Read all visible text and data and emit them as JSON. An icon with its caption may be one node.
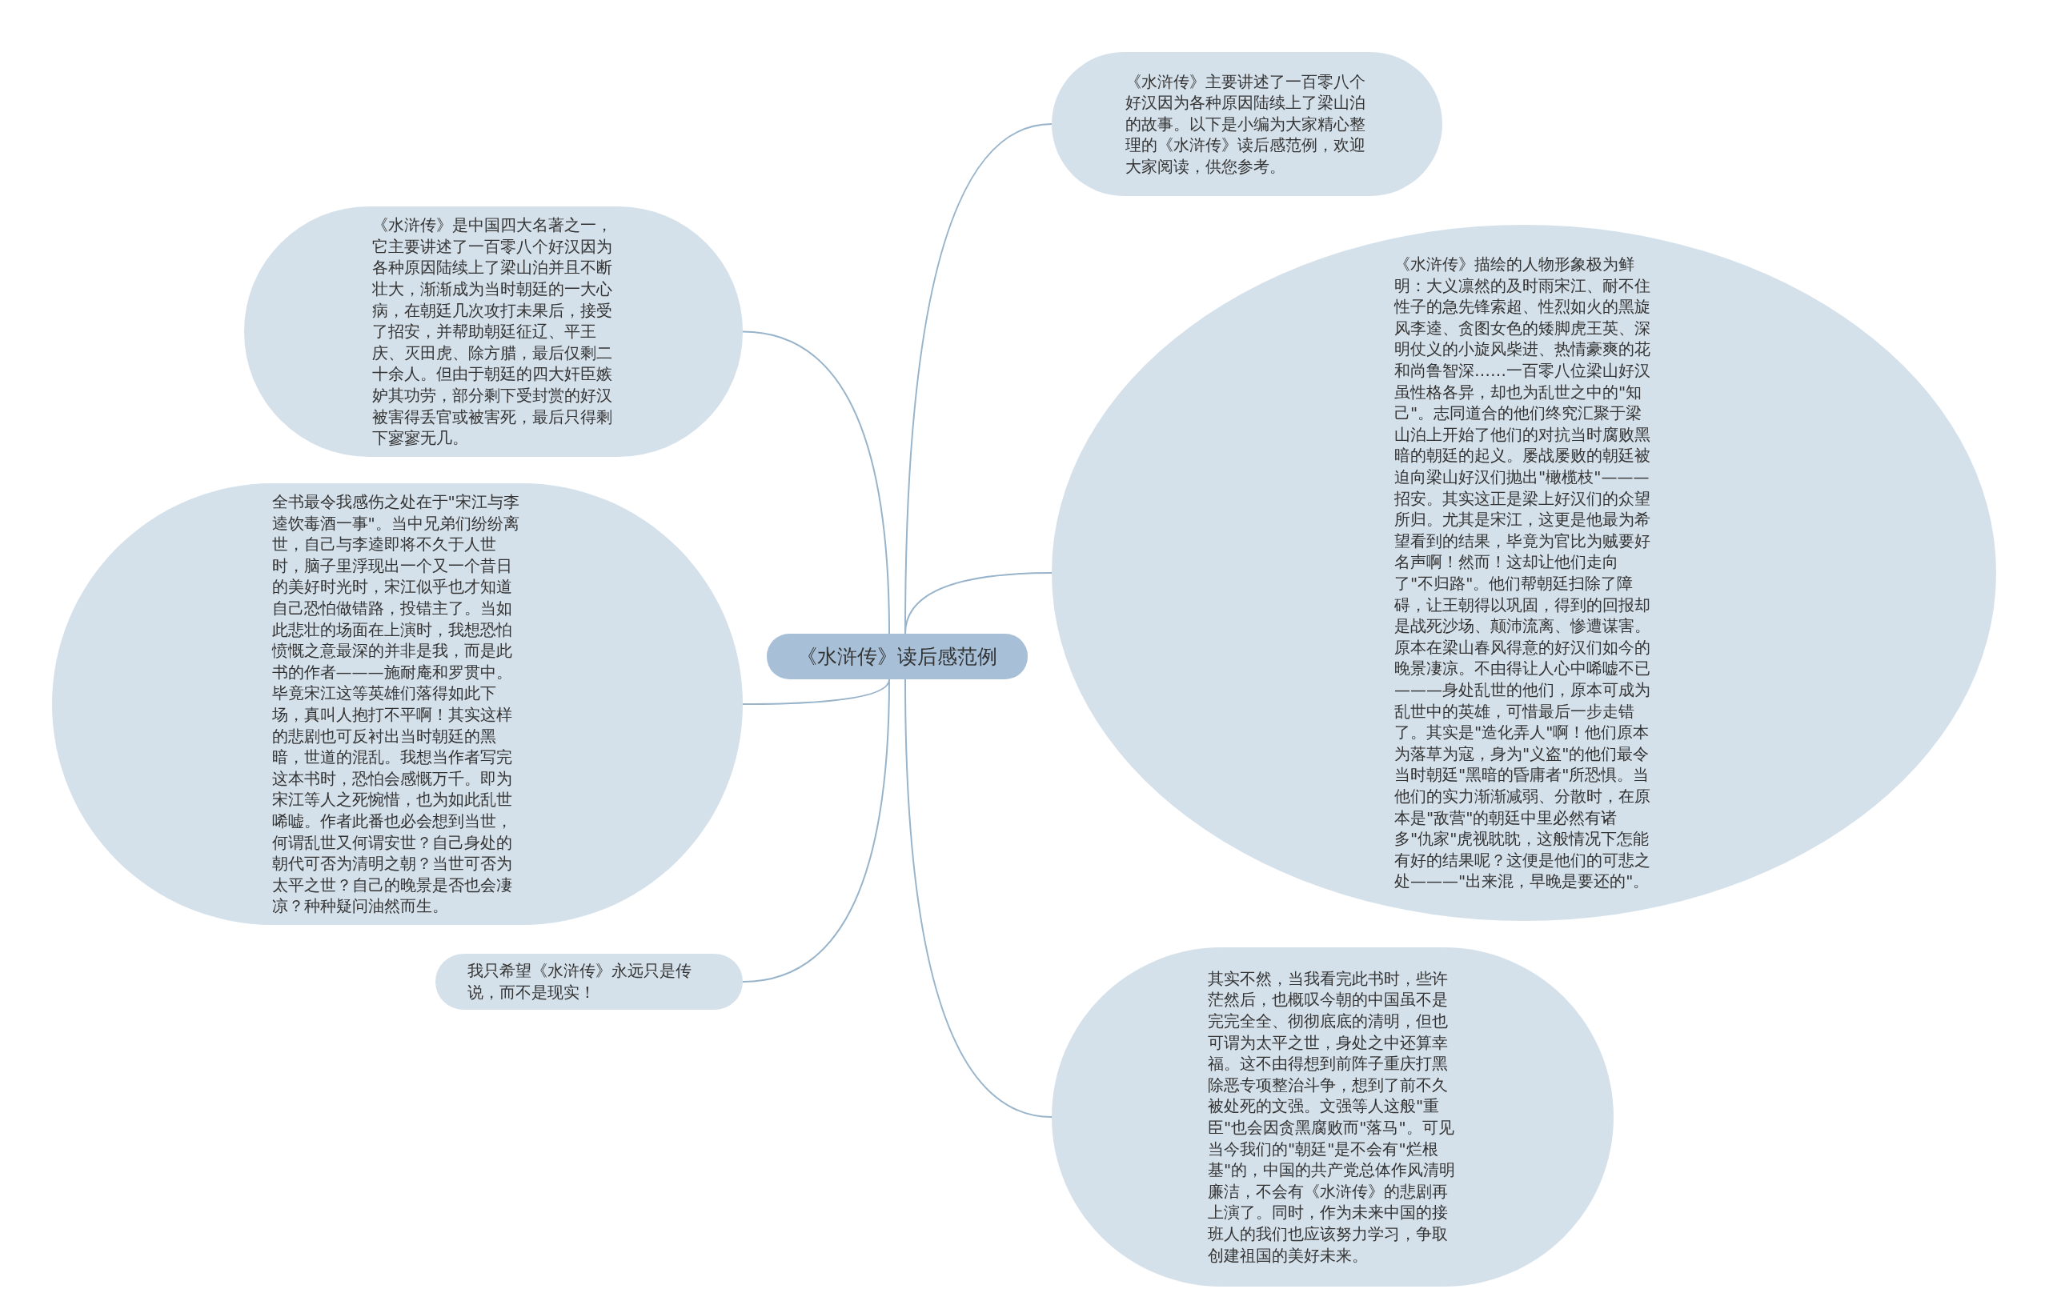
{
  "diagram": {
    "nodes": [
      {
        "text": [
          "《水浒传》读后感范例"
        ]
      },
      {
        "text": [
          "《水浒传》主要讲述了一百零八个好汉因为各种原因陆续上了梁山泊的故事。以下是小编为大家精心整理的《水浒传》读后感范例，欢迎大家阅读，供您参考。"
        ]
      },
      {
        "text": [
          "《水浒传》描绘的人物形象极为鲜明：大义凛然的及时雨宋江、耐不住性子的急先锋索超、性烈如火的黑旋风李逵、贪图女色的矮脚虎王英、深明仗义的小旋风柴进、热情豪爽的花和尚鲁智深……一百零八位梁山好汉虽性格各异，却也为乱世之中的\"知己\"。志同道合的他们终究汇聚于梁山泊上开始了他们的对抗当时腐败黑暗的朝廷的起义。屡战屡败的朝廷被迫向梁山好汉们抛出\"橄榄枝\"———招安。其实这正是梁上好汉们的众望所归。尤其是宋江，这更是他最为希望看到的结果，毕竟为官比为贼要好名声啊！然而！这却让他们走向了\"不归路\"。他们帮朝廷扫除了障碍，让王朝得以巩固，得到的回报却是战死沙场、颠沛流离、惨遭谋害。原本在梁山春风得意的好汉们如今的晚景凄凉。不由得让人心中唏嘘不已———身处乱世的他们，原本可成为乱世中的英雄，可惜最后一步走错了。其实是\"造化弄人\"啊！他们原本为落草为寇，身为\"义盗\"的他们最令当时朝廷\"黑暗的昏庸者\"所恐惧。当他们的实力渐渐减弱、分散时，在原本是\"敌营\"的朝廷中里必然有诸多\"仇家\"虎视眈眈，这般情况下怎能有好的结果呢？这便是他们的可悲之处———\"出来混，早晚是要还的\"。"
        ]
      },
      {
        "text": [
          "其实不然，当我看完此书时，些许茫然后，也概叹今朝的中国虽不是完完全全、彻彻底底的清明，但也可谓为太平之世，身处之中还算幸福。这不由得想到前阵子重庆打黑除恶专项整治斗争，想到了前不久被处死的文强。文强等人这般\"重臣\"也会因贪黑腐败而\"落马\"。可见当今我们的\"朝廷\"是不会有\"烂根基\"的，中国的共产党总体作风清明廉洁，不会有《水浒传》的悲剧再上演了。同时，作为未来中国的接班人的我们也应该努力学习，争取创建祖国的美好未来。"
        ]
      },
      {
        "text": [
          "《水浒传》是中国四大名著之一，它主要讲述了一百零八个好汉因为各种原因陆续上了梁山泊并且不断壮大，渐渐成为当时朝廷的一大心病，在朝廷几次攻打未果后，接受了招安，并帮助朝廷征辽、平王庆、灭田虎、除方腊，最后仅剩二十余人。但由于朝廷的四大奸臣嫉妒其功劳，部分剩下受封赏的好汉被害得丢官或被害死，最后只得剩下寥寥无几。"
        ]
      },
      {
        "text": [
          "全书最令我感伤之处在于\"宋江与李逵饮毒酒一事\"。当中兄弟们纷纷离世，自己与李逵即将不久于人世时，脑子里浮现出一个又一个昔日的美好时光时，宋江似乎也才知道自己恐怕做错路，投错主了。当如此悲壮的场面在上演时，我想恐怕愤慨之意最深的并非是我，而是此书的作者———施耐庵和罗贯中。毕竟宋江这等英雄们落得如此下场，真叫人抱打不平啊！其实这样的悲剧也可反衬出当时朝廷的黑暗，世道的混乱。我想当作者写完这本书时，恐怕会感慨万千。即为宋江等人之死惋惜，也为如此乱世唏嘘。作者此番也必会想到当世，何谓乱世又何谓安世？自己身处的朝代可否为清明之朝？当世可否为太平之世？自己的晚景是否也会凄凉？种种疑问油然而生。"
        ]
      },
      {
        "text": [
          "我只希望《水浒传》永远只是传说，而不是现实！"
        ]
      }
    ],
    "edges": [
      {
        "from": 0,
        "to": 1,
        "arrow": "none"
      },
      {
        "from": 0,
        "to": 2,
        "arrow": "none"
      },
      {
        "from": 0,
        "to": 3,
        "arrow": "none"
      },
      {
        "from": 0,
        "to": 4,
        "arrow": "none"
      },
      {
        "from": 0,
        "to": 5,
        "arrow": "none"
      },
      {
        "from": 0,
        "to": 6,
        "arrow": "none"
      }
    ]
  }
}
